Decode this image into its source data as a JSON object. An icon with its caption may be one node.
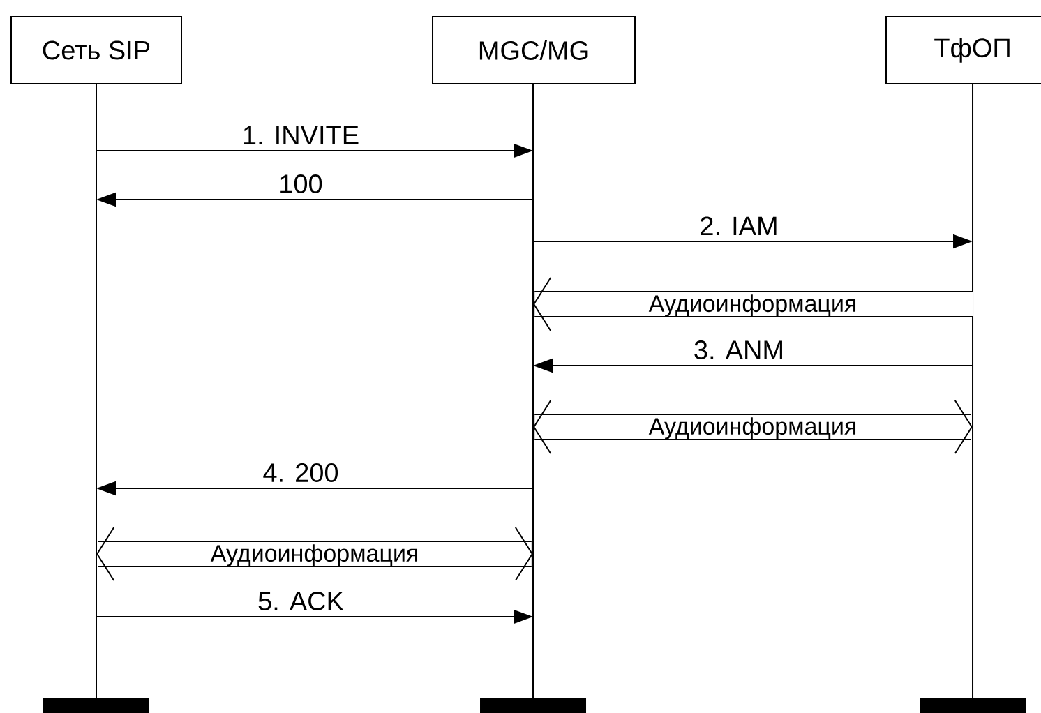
{
  "diagram": {
    "nodes": [
      {
        "text": [
          "Сеть SIP"
        ]
      },
      {
        "text": [
          "MGC/MG"
        ]
      },
      {
        "text": [
          "ТфОП"
        ]
      },
      {
        "text": [],
        "shape": "line"
      },
      {
        "text": [],
        "shape": "line"
      },
      {
        "text": [],
        "shape": "line"
      }
    ],
    "edges": [
      {
        "from": 3,
        "to": 4,
        "arrow": "to",
        "label": "1. INVITE"
      },
      {
        "from": 4,
        "to": 3,
        "arrow": "to",
        "label": "100"
      },
      {
        "from": 4,
        "to": 5,
        "arrow": "to",
        "label": "2. IAM"
      },
      {
        "from": 5,
        "to": 4,
        "arrow": "to",
        "label": "Аудиоинформация",
        "style": "thick"
      },
      {
        "from": 5,
        "to": 4,
        "arrow": "to",
        "label": "3. ANM"
      },
      {
        "from": 4,
        "to": 5,
        "arrow": "both",
        "label": "Аудиоинформация",
        "style": "thick"
      },
      {
        "from": 4,
        "to": 3,
        "arrow": "to",
        "label": "4. 200"
      },
      {
        "from": 3,
        "to": 4,
        "arrow": "both",
        "label": "Аудиоинформация",
        "style": "thick"
      },
      {
        "from": 3,
        "to": 4,
        "arrow": "to",
        "label": "5. ACK"
      }
    ]
  }
}
